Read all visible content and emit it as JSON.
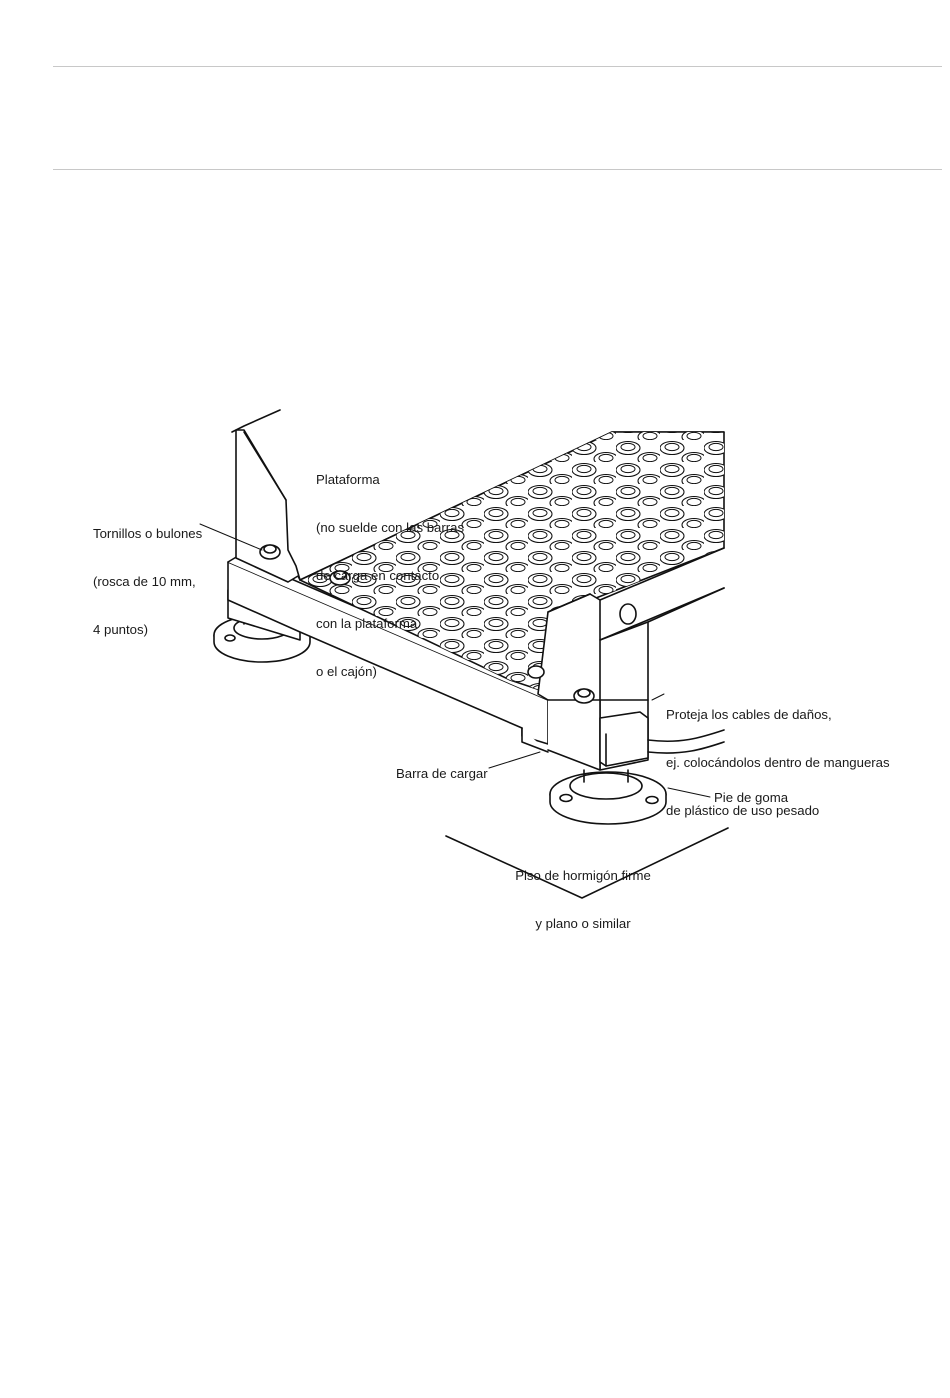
{
  "callouts": {
    "bolts": [
      "Tornillos o bulones",
      "(rosca de 10 mm,",
      "4 puntos)"
    ],
    "platform": [
      "Plataforma",
      "(no suelde con las barras",
      "de carga en contacto",
      "con la plataforma",
      "o el cajón)"
    ],
    "cables": [
      "Proteja los cables de daños,",
      "ej. colocándolos dentro de mangueras",
      "de plástico de uso pesado"
    ],
    "load_bar": "Barra de cargar",
    "rubber_foot": "Pie de goma",
    "floor": [
      "Piso de hormigón firme",
      "y plano o similar"
    ]
  }
}
